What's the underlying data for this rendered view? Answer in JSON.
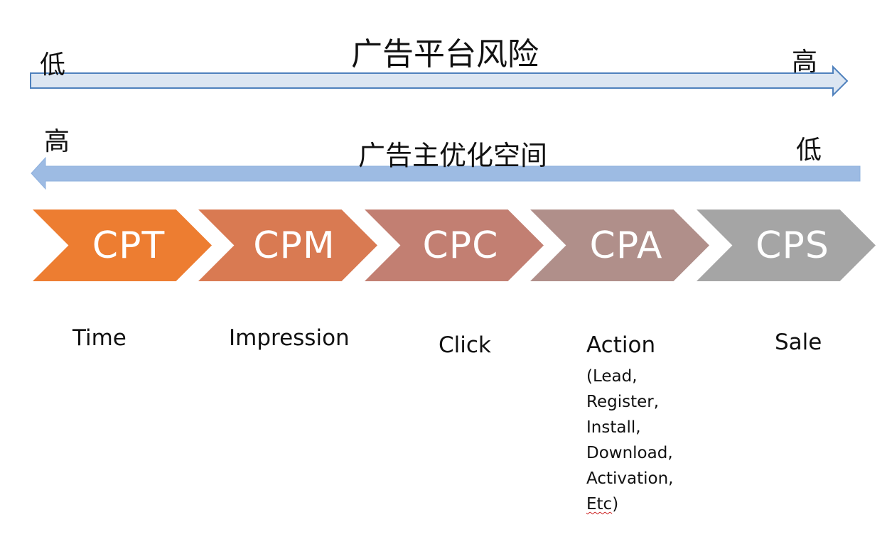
{
  "risk_axis": {
    "title": "广告平台风险",
    "low_label": "低",
    "high_label": "高",
    "direction": "right",
    "fill_color": "#dce6f2",
    "stroke_color": "#4f81bd"
  },
  "optimization_axis": {
    "title": "广告主优化空间",
    "high_label": "高",
    "low_label": "低",
    "direction": "left",
    "fill_color": "#9dbbe3",
    "stroke_color": "#8eb0de"
  },
  "models": [
    {
      "label": "CPT",
      "description": "Time",
      "color": "#ed7d31"
    },
    {
      "label": "CPM",
      "description": "Impression",
      "color": "#d97a52"
    },
    {
      "label": "CPC",
      "description": "Click",
      "color": "#c27f72"
    },
    {
      "label": "CPA",
      "description": "Action",
      "color": "#b08f8a"
    },
    {
      "label": "CPS",
      "description": "Sale",
      "color": "#a5a5a5"
    }
  ],
  "action_detail": [
    "(Lead,",
    "Register,",
    "Install,",
    "Download,",
    "Activation,"
  ],
  "action_detail_etc": "Etc",
  "action_detail_close": ")"
}
